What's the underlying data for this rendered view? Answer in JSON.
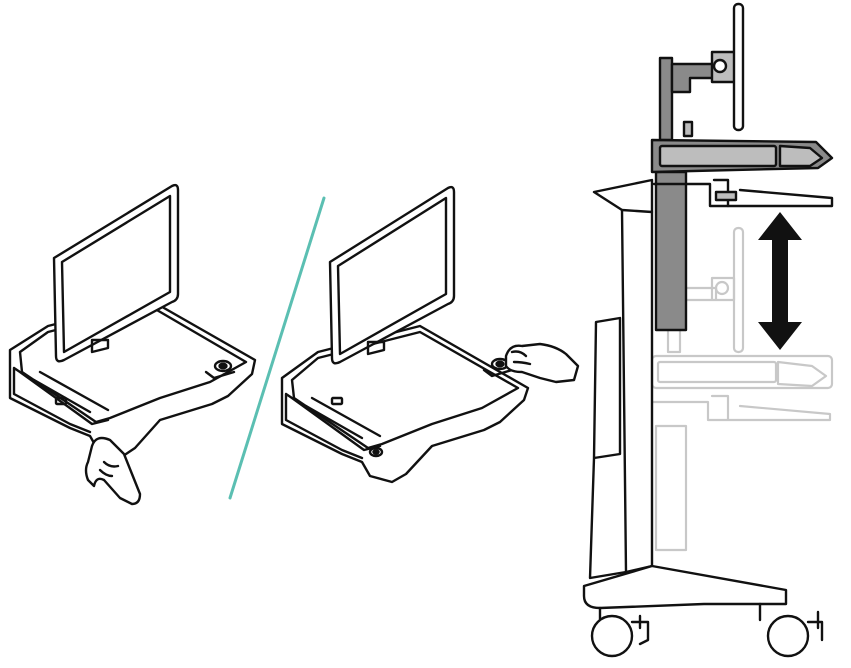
{
  "illustration": {
    "panels": [
      "left-hand-release-view",
      "right-hand-release-view",
      "cart-height-adjust-view"
    ],
    "icons": {
      "height_arrow": "double-headed-vertical-arrow",
      "divider": "diagonal-divider-line"
    }
  },
  "colors": {
    "line": "#111111",
    "shade_dark": "#8a8a8a",
    "shade_light": "#bdbdbd",
    "ghost": "#c8c8c8",
    "divider": "#5bbfb2",
    "background": "#ffffff"
  }
}
